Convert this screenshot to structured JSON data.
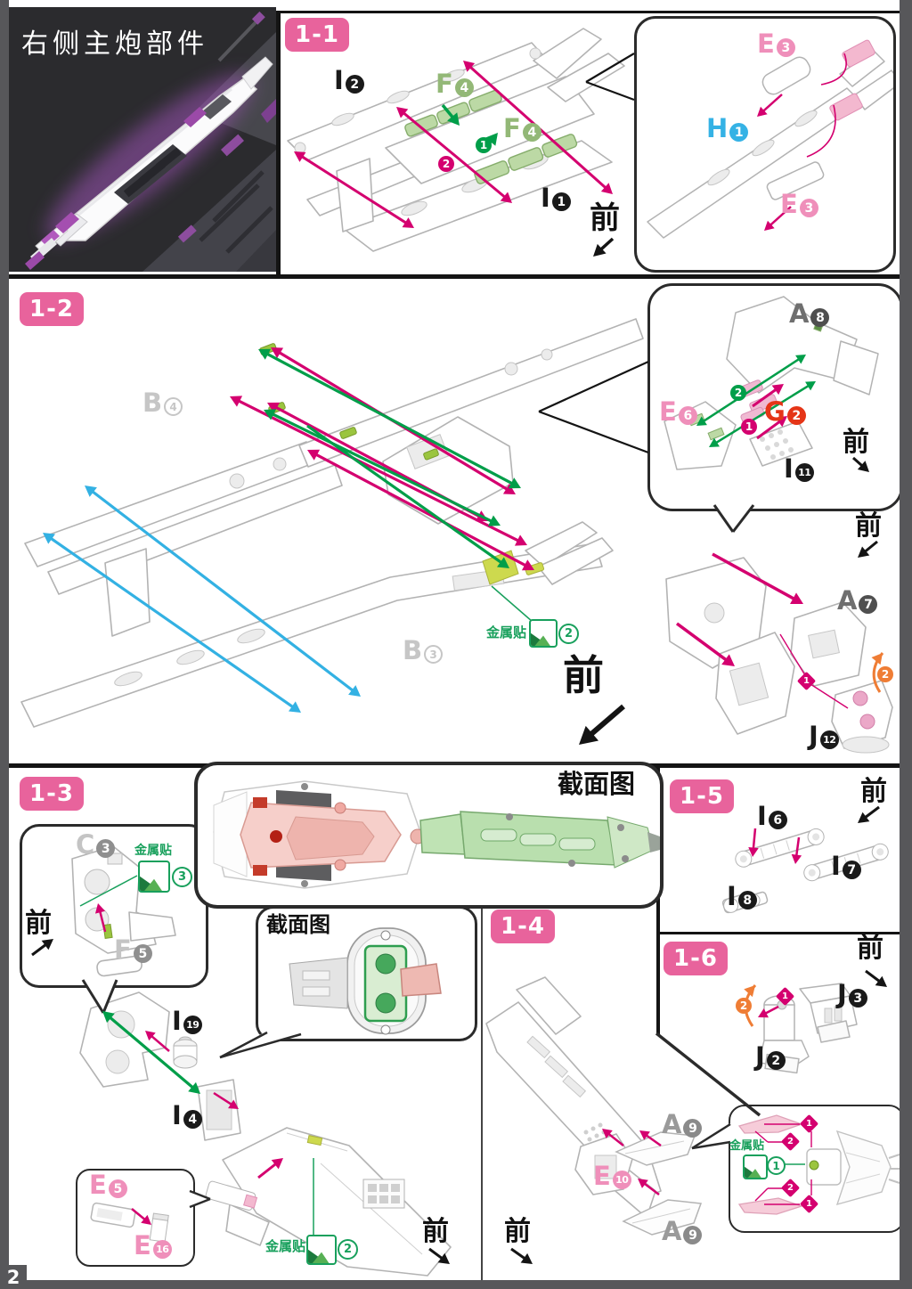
{
  "page_number": "2",
  "photo": {
    "title": "右侧主炮部件"
  },
  "common": {
    "front": "前",
    "metal_sticker": "金属贴",
    "section_view": "截面图"
  },
  "badges": {
    "s11": "1-1",
    "s12": "1-2",
    "s13": "1-3",
    "s14": "1-4",
    "s15": "1-5",
    "s16": "1-6"
  },
  "parts": {
    "i2": {
      "letter": "I",
      "num": "2"
    },
    "f4a": {
      "letter": "F",
      "num": "4"
    },
    "f4b": {
      "letter": "F",
      "num": "4"
    },
    "i1": {
      "letter": "I",
      "num": "1"
    },
    "e3a": {
      "letter": "E",
      "num": "3"
    },
    "h1": {
      "letter": "H",
      "num": "1"
    },
    "e3b": {
      "letter": "E",
      "num": "3"
    },
    "b4": {
      "letter": "B",
      "num": "4"
    },
    "b3": {
      "letter": "B",
      "num": "3"
    },
    "a8": {
      "letter": "A",
      "num": "8"
    },
    "e6": {
      "letter": "E",
      "num": "6"
    },
    "g2": {
      "letter": "G",
      "num": "2"
    },
    "i11": {
      "letter": "I",
      "num": "11"
    },
    "a7": {
      "letter": "A",
      "num": "7"
    },
    "j12": {
      "letter": "J",
      "num": "12"
    },
    "c3": {
      "letter": "C",
      "num": "3"
    },
    "f5": {
      "letter": "F",
      "num": "5"
    },
    "i19": {
      "letter": "I",
      "num": "19"
    },
    "i4": {
      "letter": "I",
      "num": "4"
    },
    "e5": {
      "letter": "E",
      "num": "5"
    },
    "e16": {
      "letter": "E",
      "num": "16"
    },
    "a9a": {
      "letter": "A",
      "num": "9"
    },
    "e10": {
      "letter": "E",
      "num": "10"
    },
    "a9b": {
      "letter": "A",
      "num": "9"
    },
    "i6": {
      "letter": "I",
      "num": "6"
    },
    "i7": {
      "letter": "I",
      "num": "7"
    },
    "i8": {
      "letter": "I",
      "num": "8"
    },
    "j3": {
      "letter": "J",
      "num": "3"
    },
    "j2": {
      "letter": "J",
      "num": "2"
    }
  },
  "marks": {
    "one": "1",
    "two": "2"
  },
  "stickers": {
    "s12": "2",
    "s13_bubble": "3",
    "s13_main": "2",
    "s14": "1"
  },
  "colors": {
    "badge_pink": "#e8639c",
    "magenta": "#d4006f",
    "green": "#009e49",
    "cyan": "#33b1e3",
    "orange": "#ef7d35",
    "red": "#e53517",
    "pink_label": "#ef8fba",
    "metal_green": "#18a05c",
    "part_green": "#bcd9a5",
    "highlight_purple": "#a44fb0",
    "frame_gray": "#57575a"
  }
}
